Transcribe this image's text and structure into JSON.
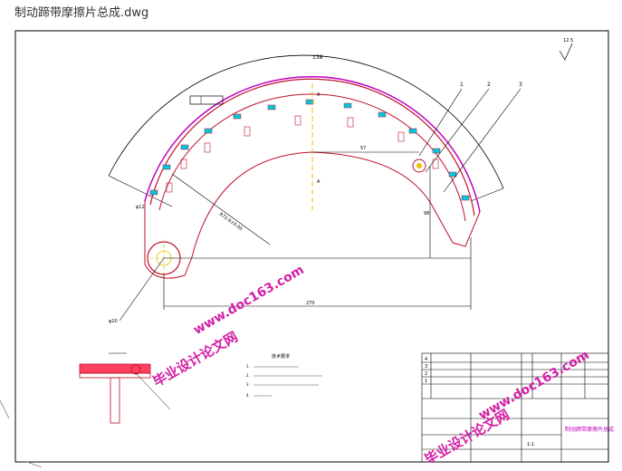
{
  "window": {
    "title": "制动蹄带摩擦片总成.dwg"
  },
  "drawing": {
    "dims": {
      "top": "138",
      "mid": "57",
      "vertical": "98",
      "bottom": "270",
      "diag": "R72.6±0.05",
      "left_hole": "φ12",
      "bottom_left": "φ20",
      "roughness": "12.5",
      "sec_a": "A"
    },
    "callouts": [
      "1",
      "2",
      "3"
    ],
    "tech_req": {
      "title": "技术要求",
      "lines": [
        "1.",
        "2.",
        "3.",
        "4."
      ]
    },
    "watermarks": [
      "毕业设计论文网",
      "www.doc163.com"
    ],
    "title_block": {
      "name": "制动蹄带摩擦片总成",
      "scale": "1:1",
      "rows": [
        "4",
        "3",
        "2",
        "1"
      ]
    }
  },
  "colors": {
    "frame": "#000000",
    "part": "#c0102a",
    "lining": "#c000c0",
    "highlight": "#00c8e0",
    "centerline": "#e8c000",
    "watermark": "#d41fa5"
  }
}
